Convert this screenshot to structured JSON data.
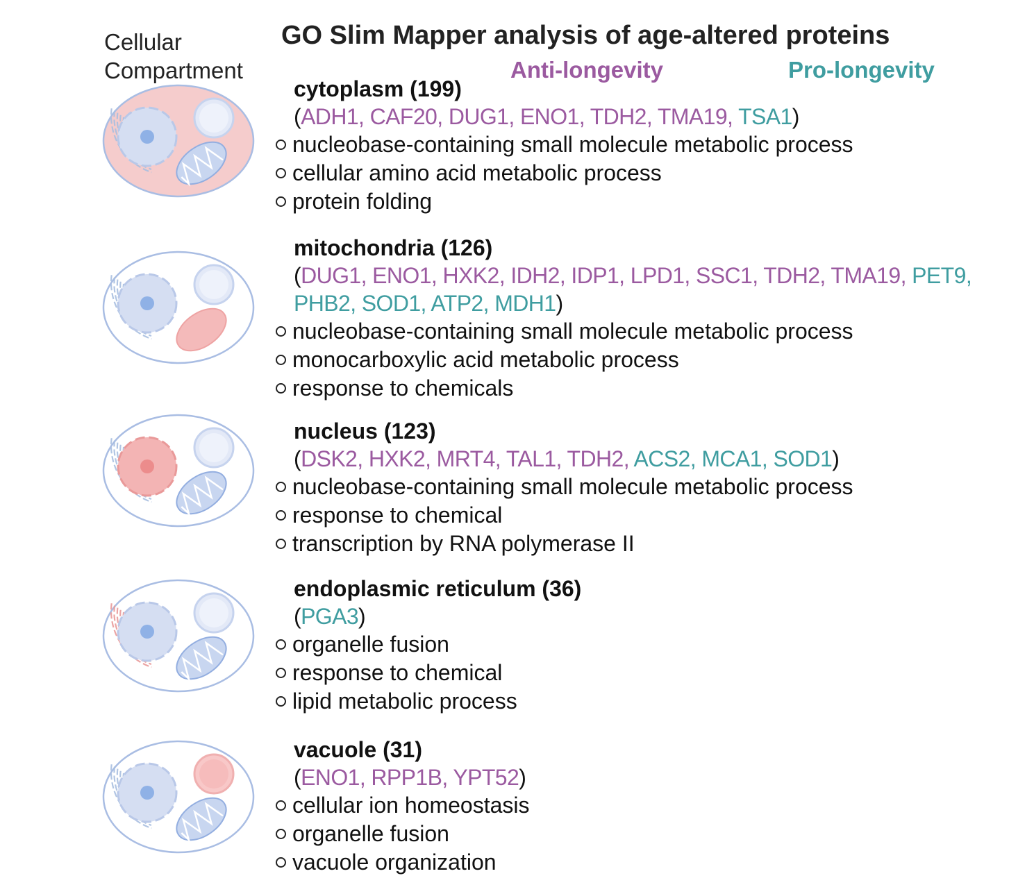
{
  "header": {
    "compartment_label": "Cellular Compartment",
    "title": "GO Slim Mapper analysis of age-altered proteins",
    "legend_anti": "Anti-longevity",
    "legend_pro": "Pro-longevity"
  },
  "colors": {
    "anti": "#9b5aa0",
    "pro": "#3f9da0",
    "highlight": "#f2b8b8",
    "organelle": "#c9d6ef"
  },
  "sections": [
    {
      "title": "cytoplasm (199)",
      "highlight": "cytoplasm",
      "genes": [
        {
          "text": "ADH1",
          "type": "anti"
        },
        {
          "text": "CAF20",
          "type": "anti"
        },
        {
          "text": "DUG1",
          "type": "anti"
        },
        {
          "text": "ENO1",
          "type": "anti"
        },
        {
          "text": "TDH2",
          "type": "anti"
        },
        {
          "text": "TMA19",
          "type": "anti"
        },
        {
          "text": "TSA1",
          "type": "pro"
        }
      ],
      "processes": [
        "nucleobase-containing small molecule metabolic process",
        "cellular amino acid metabolic process",
        "protein folding"
      ]
    },
    {
      "title": "mitochondria (126)",
      "highlight": "mitochondria",
      "genes": [
        {
          "text": "DUG1",
          "type": "anti"
        },
        {
          "text": "ENO1",
          "type": "anti"
        },
        {
          "text": "HXK2",
          "type": "anti"
        },
        {
          "text": "IDH2",
          "type": "anti"
        },
        {
          "text": "IDP1",
          "type": "anti"
        },
        {
          "text": "LPD1",
          "type": "anti"
        },
        {
          "text": "SSC1",
          "type": "anti"
        },
        {
          "text": "TDH2",
          "type": "anti"
        },
        {
          "text": "TMA19",
          "type": "anti"
        },
        {
          "text": "PET9",
          "type": "pro"
        },
        {
          "text": "PHB2",
          "type": "pro"
        },
        {
          "text": "SOD1",
          "type": "pro"
        },
        {
          "text": "ATP2",
          "type": "pro"
        },
        {
          "text": "MDH1",
          "type": "pro"
        }
      ],
      "processes": [
        "nucleobase-containing small molecule metabolic process",
        "monocarboxylic acid metabolic process",
        "response to chemicals"
      ]
    },
    {
      "title": "nucleus (123)",
      "highlight": "nucleus",
      "genes": [
        {
          "text": "DSK2",
          "type": "anti"
        },
        {
          "text": "HXK2",
          "type": "anti"
        },
        {
          "text": "MRT4",
          "type": "anti"
        },
        {
          "text": "TAL1",
          "type": "anti"
        },
        {
          "text": "TDH2",
          "type": "anti"
        },
        {
          "text": "ACS2",
          "type": "pro"
        },
        {
          "text": "MCA1",
          "type": "pro"
        },
        {
          "text": "SOD1",
          "type": "pro"
        }
      ],
      "processes": [
        "nucleobase-containing small molecule metabolic process",
        "response to chemical",
        "transcription by RNA polymerase II"
      ]
    },
    {
      "title": "endoplasmic reticulum (36)",
      "highlight": "er",
      "genes": [
        {
          "text": "PGA3",
          "type": "pro"
        }
      ],
      "processes": [
        "organelle fusion",
        "response to chemical",
        "lipid metabolic process"
      ]
    },
    {
      "title": "vacuole (31)",
      "highlight": "vacuole",
      "genes": [
        {
          "text": "ENO1",
          "type": "anti"
        },
        {
          "text": "RPP1B",
          "type": "anti"
        },
        {
          "text": "YPT52",
          "type": "anti"
        }
      ],
      "processes": [
        "cellular ion homeostasis",
        "organelle fusion",
        "vacuole organization"
      ]
    }
  ]
}
